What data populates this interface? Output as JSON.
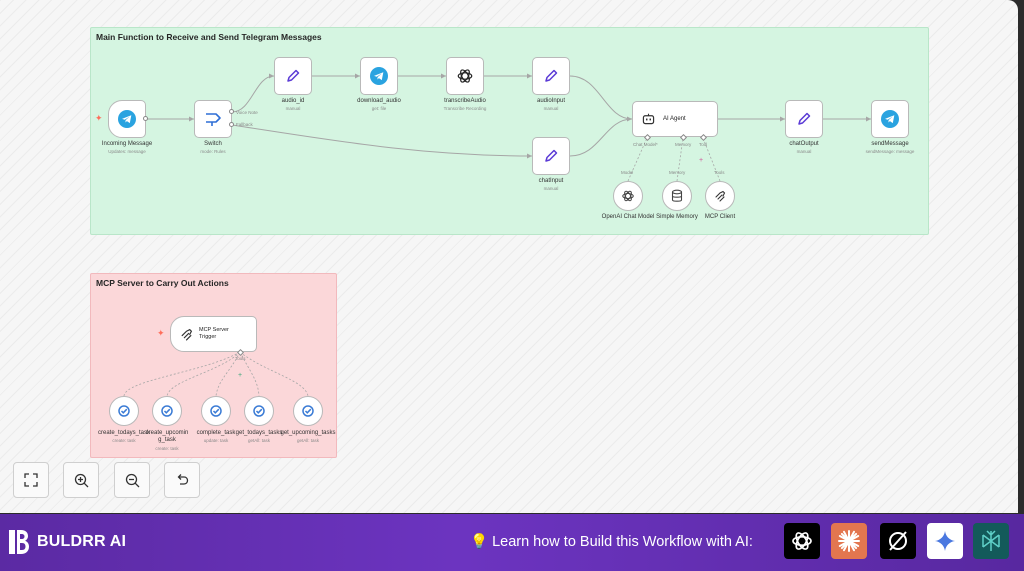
{
  "workflows": {
    "main": {
      "title": "Main Function to Receive and Send Telegram Messages",
      "nodes": {
        "incoming": {
          "label": "Incoming Message",
          "sub": "Updates: message"
        },
        "switch": {
          "label": "Switch",
          "sub": "mode: Rules"
        },
        "audio_id": {
          "label": "audio_id",
          "sub": "manual"
        },
        "download_audio": {
          "label": "download_audio",
          "sub": "get: file"
        },
        "transcribe": {
          "label": "transcribeAudio",
          "sub": "Transcribe Recording"
        },
        "audio_input": {
          "label": "audioInput",
          "sub": "manual"
        },
        "chat_input": {
          "label": "chatInput",
          "sub": "manual"
        },
        "ai_agent": {
          "label": "AI Agent"
        },
        "chat_output": {
          "label": "chatOutput",
          "sub": "manual"
        },
        "send_message": {
          "label": "sendMessage",
          "sub": "sendMessage: message"
        },
        "openai": {
          "label": "OpenAI Chat Model"
        },
        "memory": {
          "label": "Simple Memory"
        },
        "mcp_client": {
          "label": "MCP Client"
        }
      },
      "edge_labels": {
        "voice": "Voice Note",
        "fallback": "Fallback",
        "chat_model": "Chat Model*",
        "memory": "Memory",
        "tool": "Tool",
        "model": "Model",
        "memory2": "Memory",
        "tools": "Tools"
      }
    },
    "mcp": {
      "title": "MCP Server to Carry Out Actions",
      "trigger": {
        "label": "MCP Server\nTrigger",
        "tools_label": "Tools"
      },
      "tools": [
        {
          "label": "create_todays_task",
          "sub": "create: task"
        },
        {
          "label": "create_upcoming_task",
          "sub": "create: task"
        },
        {
          "label": "complete_task",
          "sub": "update: task"
        },
        {
          "label": "get_todays_tasks",
          "sub": "getAll: task"
        },
        {
          "label": "get_upcoming_tasks",
          "sub": "getAll: task"
        }
      ]
    }
  },
  "controls": {
    "fit": "fit-view",
    "zoom_in": "zoom-in",
    "zoom_out": "zoom-out",
    "reset": "reset-zoom"
  },
  "footer": {
    "brand": "BULDRR AI",
    "cta": "Learn how to Build this Workflow with AI:",
    "ai_tools": [
      "chatgpt-icon",
      "claude-icon",
      "perplexity-icon",
      "gemini-icon",
      "cursor-icon"
    ]
  },
  "colors": {
    "main_sticky": "#d5f5e1",
    "mcp_sticky": "#fbd7d9",
    "telegram": "#2aa3e0",
    "edit_icon": "#5b3bd6",
    "footer": "#6c34c0",
    "todoist_like": "#3a7bd5"
  }
}
